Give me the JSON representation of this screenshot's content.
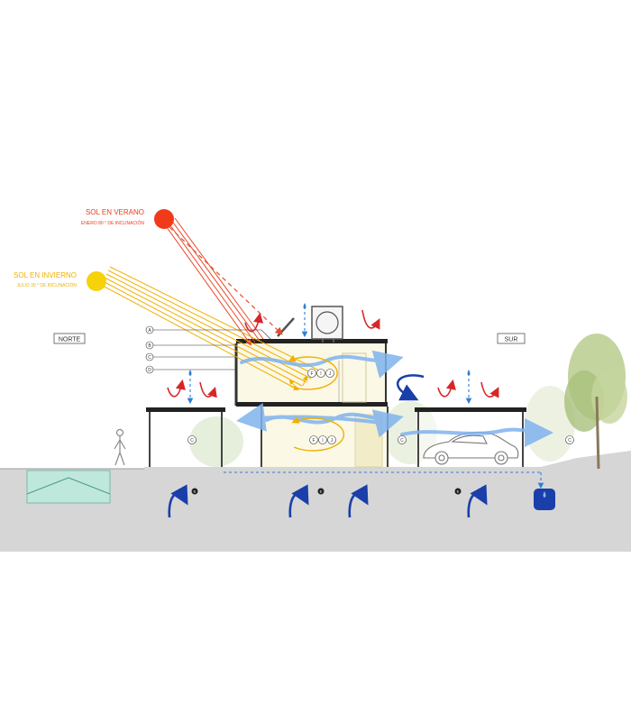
{
  "summer_sun": {
    "title": "SOL EN VERANO",
    "subtitle": "ENERO 80 ° DE  INCLINACIÓN",
    "color": "#f03a1a"
  },
  "winter_sun": {
    "title": "SOL EN INVIERNO",
    "subtitle": "JULIO 30 ° DE  INCLINACIÓN",
    "color": "#f5d20a"
  },
  "orientation": {
    "north": "NORTE",
    "south": "SUR"
  },
  "layer_markers": [
    "A",
    "B",
    "C",
    "D"
  ],
  "zone_labels": {
    "upper_room": [
      "F",
      "I",
      "J"
    ],
    "lower_room": [
      "F",
      "I",
      "J"
    ],
    "garden_left": "C",
    "garage": "C",
    "garden_right": "C",
    "ground": [
      "E",
      "E",
      "E"
    ]
  },
  "colors": {
    "air_flow": "#6aa6e8",
    "ground_air": "#1a3faa",
    "heat_rise": "#d8262a",
    "water": "#2f7fd3",
    "ground": "#d4d4d4",
    "room_fill": "#fbf8e6",
    "pool": "#bfe8dd"
  }
}
